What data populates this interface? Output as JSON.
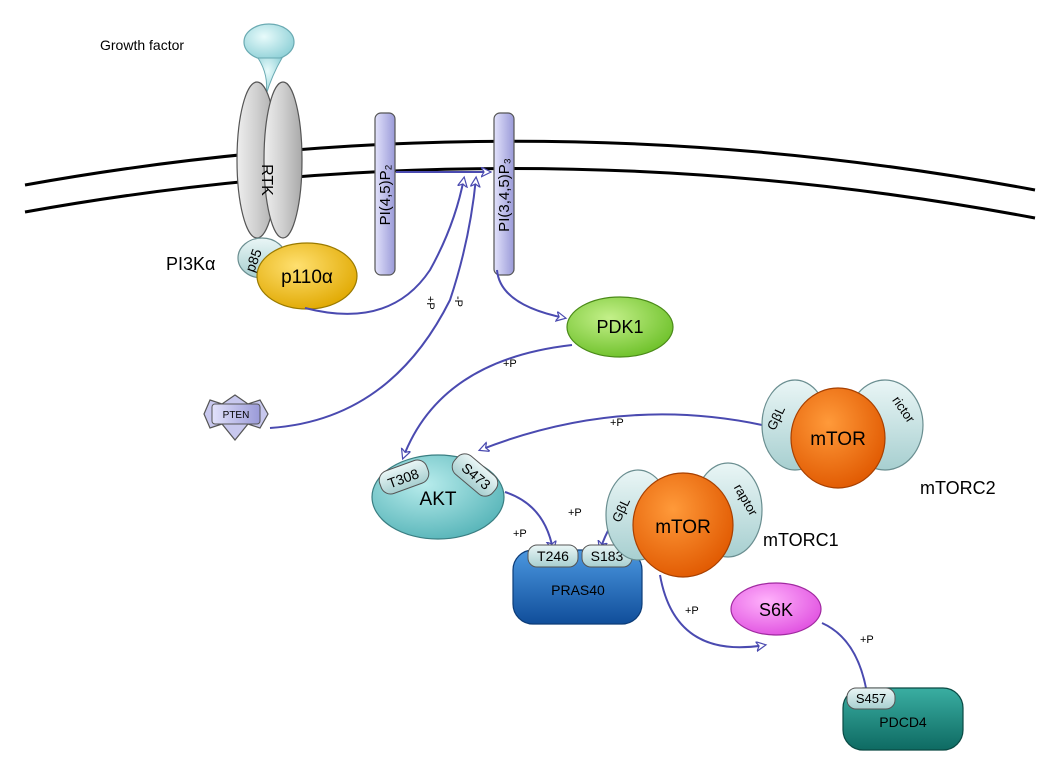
{
  "labels": {
    "growth_factor": "Growth factor",
    "rtk": "RTK",
    "p85": "p85",
    "p110": "p110α",
    "pi3k": "PI3Kα",
    "pip2": "PI(4,5)P₂",
    "pip3": "PI(3,4,5)P₃",
    "pdk1": "PDK1",
    "pten": "PTEN",
    "akt": "AKT",
    "t308": "T308",
    "s473": "S473",
    "pras40": "PRAS40",
    "t246": "T246",
    "s183": "S183",
    "mtor1": "mTOR",
    "gbl1": "GβL",
    "raptor": "raptor",
    "mtorc1": "mTORC1",
    "mtor2": "mTOR",
    "gbl2": "GβL",
    "rictor": "rictor",
    "mtorc2": "mTORC2",
    "s6k": "S6K",
    "pdcd4": "PDCD4",
    "s457": "S457"
  },
  "arrow_labels": {
    "plus_p": "+P",
    "minus_p": "-P"
  },
  "colors": {
    "p110": "#f5c000",
    "p85": "#b9d3d3",
    "rtk": "#d2d2d2",
    "lipid": "#c3c3ec",
    "pdk1": "#8fd64a",
    "pten": "#c8c8ee",
    "akt": "#7fcccc",
    "pras40": "#1e6fc2",
    "mtor": "#f46a00",
    "partner": "#bfe3e3",
    "s6k": "#f27af0",
    "pdcd4": "#1a8a80",
    "arrow": "#4a4ab0"
  }
}
